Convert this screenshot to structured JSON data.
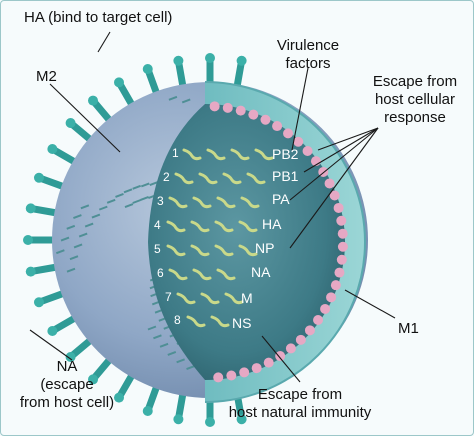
{
  "labels": {
    "ha": "HA (bind to target cell)",
    "m2": "M2",
    "virulence": [
      "Virulence",
      "factors"
    ],
    "escape_host_response": [
      "Escape from",
      "host cellular",
      "response"
    ],
    "na": [
      "NA",
      "(escape",
      "from host cell)"
    ],
    "m1": "M1",
    "escape_immunity": [
      "Escape from",
      "host natural immunity"
    ]
  },
  "segments": [
    {
      "num": "1",
      "name": "PB2"
    },
    {
      "num": "2",
      "name": "PB1"
    },
    {
      "num": "3",
      "name": "PA"
    },
    {
      "num": "4",
      "name": "HA"
    },
    {
      "num": "5",
      "name": "NP"
    },
    {
      "num": "6",
      "name": "NA"
    },
    {
      "num": "7",
      "name": "M"
    },
    {
      "num": "8",
      "name": "NS"
    }
  ],
  "colors": {
    "virion_outer": "#8fa7c6",
    "membrane": "#7fc7c9",
    "interior": "#3d7a86",
    "m1_dots": "#e6a8c4",
    "spike": "#2f9b96",
    "segment": "#c9d98a"
  }
}
